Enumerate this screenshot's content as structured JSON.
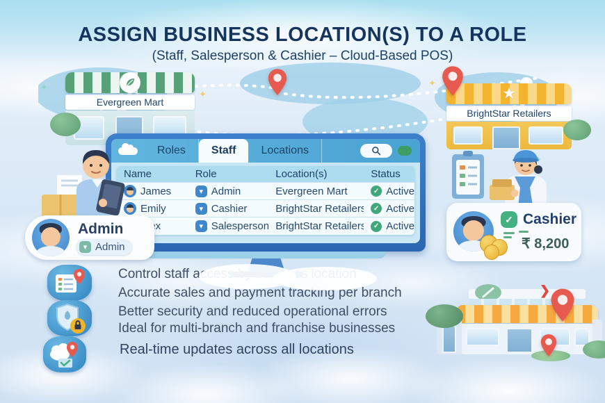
{
  "header": {
    "title": "ASSIGN BUSINESS LOCATION(S) TO A ROLE",
    "subtitle": "(Staff, Salesperson & Cashier – Cloud-Based POS)"
  },
  "stores": {
    "evergreen": {
      "name": "Evergreen Mart"
    },
    "brightstar": {
      "name": "BrightStar Retailers"
    }
  },
  "pos": {
    "tabs": [
      {
        "label": "Roles",
        "active": false
      },
      {
        "label": "Staff",
        "active": true
      },
      {
        "label": "Locations",
        "active": false
      }
    ],
    "table": {
      "columns": [
        "Name",
        "Role",
        "Location(s)",
        "Status"
      ],
      "rows": [
        {
          "name": "James",
          "role": "Admin",
          "location": "Evergreen Mart",
          "status": "Active"
        },
        {
          "name": "Emily",
          "role": "Cashier",
          "location": "BrightStar Retailers",
          "status": "Active"
        },
        {
          "name": "Alex",
          "role": "Salesperson",
          "location": "BrightStar Retailers",
          "status": "Active"
        }
      ]
    }
  },
  "admin_card": {
    "title": "Admin",
    "chip": "Admin"
  },
  "cashier_card": {
    "label": "Cashier",
    "amount": "₹ 8,200"
  },
  "benefits": [
    "Control staff access by business location",
    "Accurate sales and payment tracking per branch",
    "Better security and reduced operational errors",
    "Ideal for multi-branch and franchise businesses",
    "Real-time updates across all locations"
  ],
  "icons": {
    "chevron_down": "▾",
    "check": "✓",
    "star": "★",
    "sparkle": "✦"
  },
  "colors": {
    "navy_text": "#16355e",
    "monitor_frame": "#2f6fbb",
    "tabbar_blue": "#4aa3d3",
    "status_green": "#3fa77a",
    "toggle_green": "#3c9e62",
    "pin_red": "#e65a50",
    "awning_green": "#57a178",
    "awning_yellow": "#f3b42f",
    "awning_orange": "#f5a93f",
    "coin_gold": "#e7ae33"
  }
}
